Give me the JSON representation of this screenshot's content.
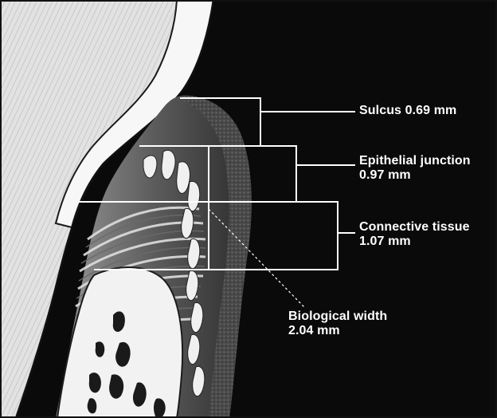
{
  "labels": {
    "sulcus": "Sulcus 0.69 mm",
    "epithelial": {
      "line1": "Epithelial junction",
      "line2": "0.97 mm"
    },
    "connective": {
      "line1": "Connective tissue",
      "line2": "1.07 mm"
    },
    "biological_width": {
      "line1": "Biological width",
      "line2": "2.04 mm"
    }
  },
  "colors": {
    "background": "#0a0a0a",
    "tooth_enamel": "#f4f4f4",
    "tooth_outline": "#222222",
    "gingiva_dark": "#3a3a3a",
    "gingiva_mid": "#8a8a8a",
    "fiber_light": "#d8d8d8",
    "bone_light": "#e9e9e9",
    "bracket_line": "#ffffff",
    "label_text": "#ffffff"
  }
}
